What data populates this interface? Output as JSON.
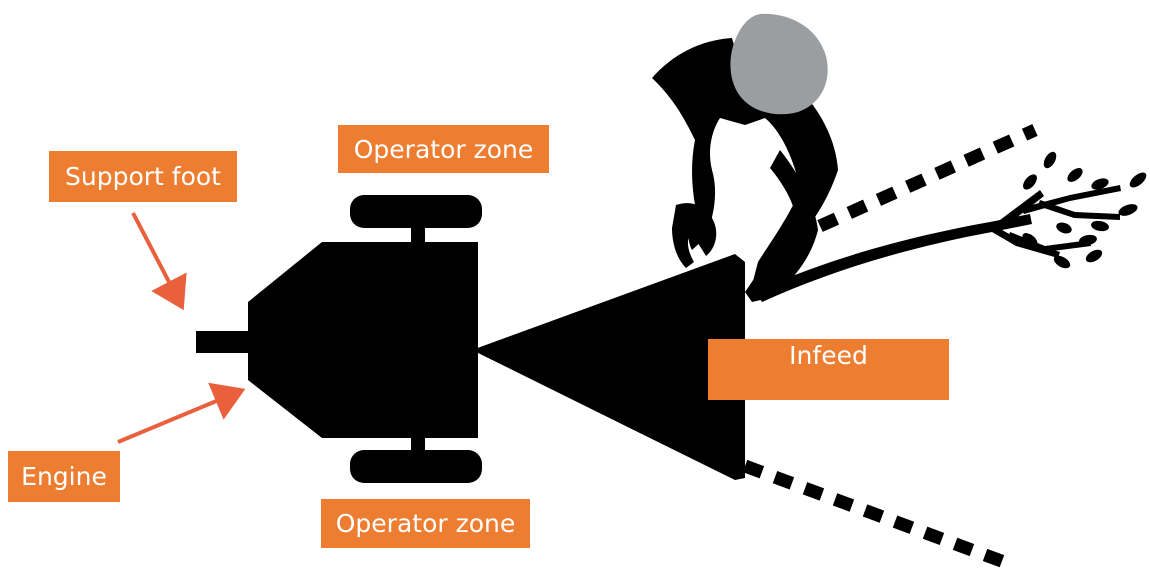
{
  "colors": {
    "label_background": "#ed7d31",
    "label_text": "#ffffff",
    "machine": "#000000",
    "arrow": "#e8603c",
    "head": "#9b9ea1"
  },
  "labels": {
    "support_foot": "Support foot",
    "engine": "Engine",
    "operator_zone_top": "Operator zone",
    "operator_zone_bottom": "Operator zone",
    "infeed": "Infeed"
  }
}
